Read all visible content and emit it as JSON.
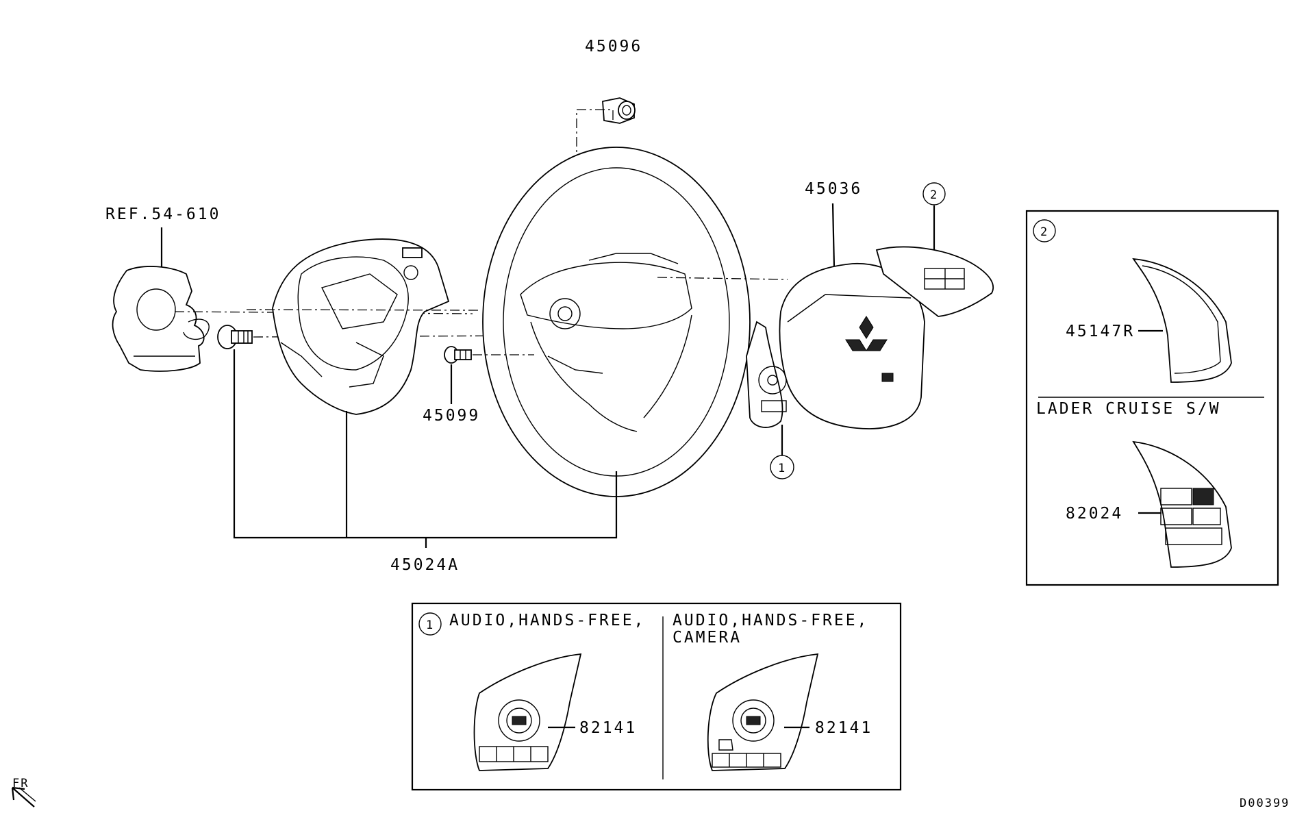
{
  "labels": {
    "p45096": "45096",
    "p45036": "45036",
    "ref": "REF.54-610",
    "p45099": "45099",
    "p45024a": "45024A",
    "callout1": "1",
    "callout2": "2",
    "p45147r": "45147R",
    "lader": "LADER CRUISE S/W",
    "p82024": "82024",
    "audio1": "AUDIO,HANDS-FREE,",
    "audio2_line1": "AUDIO,HANDS-FREE,",
    "audio2_line2": "CAMERA",
    "p82141_a": "82141",
    "p82141_b": "82141",
    "fr": "FR",
    "code": "D00399"
  },
  "icons": [
    "clock-spring-part",
    "steering-wheel-part",
    "airbag-module-part",
    "switch-panel-part",
    "front-arrow-icon"
  ]
}
